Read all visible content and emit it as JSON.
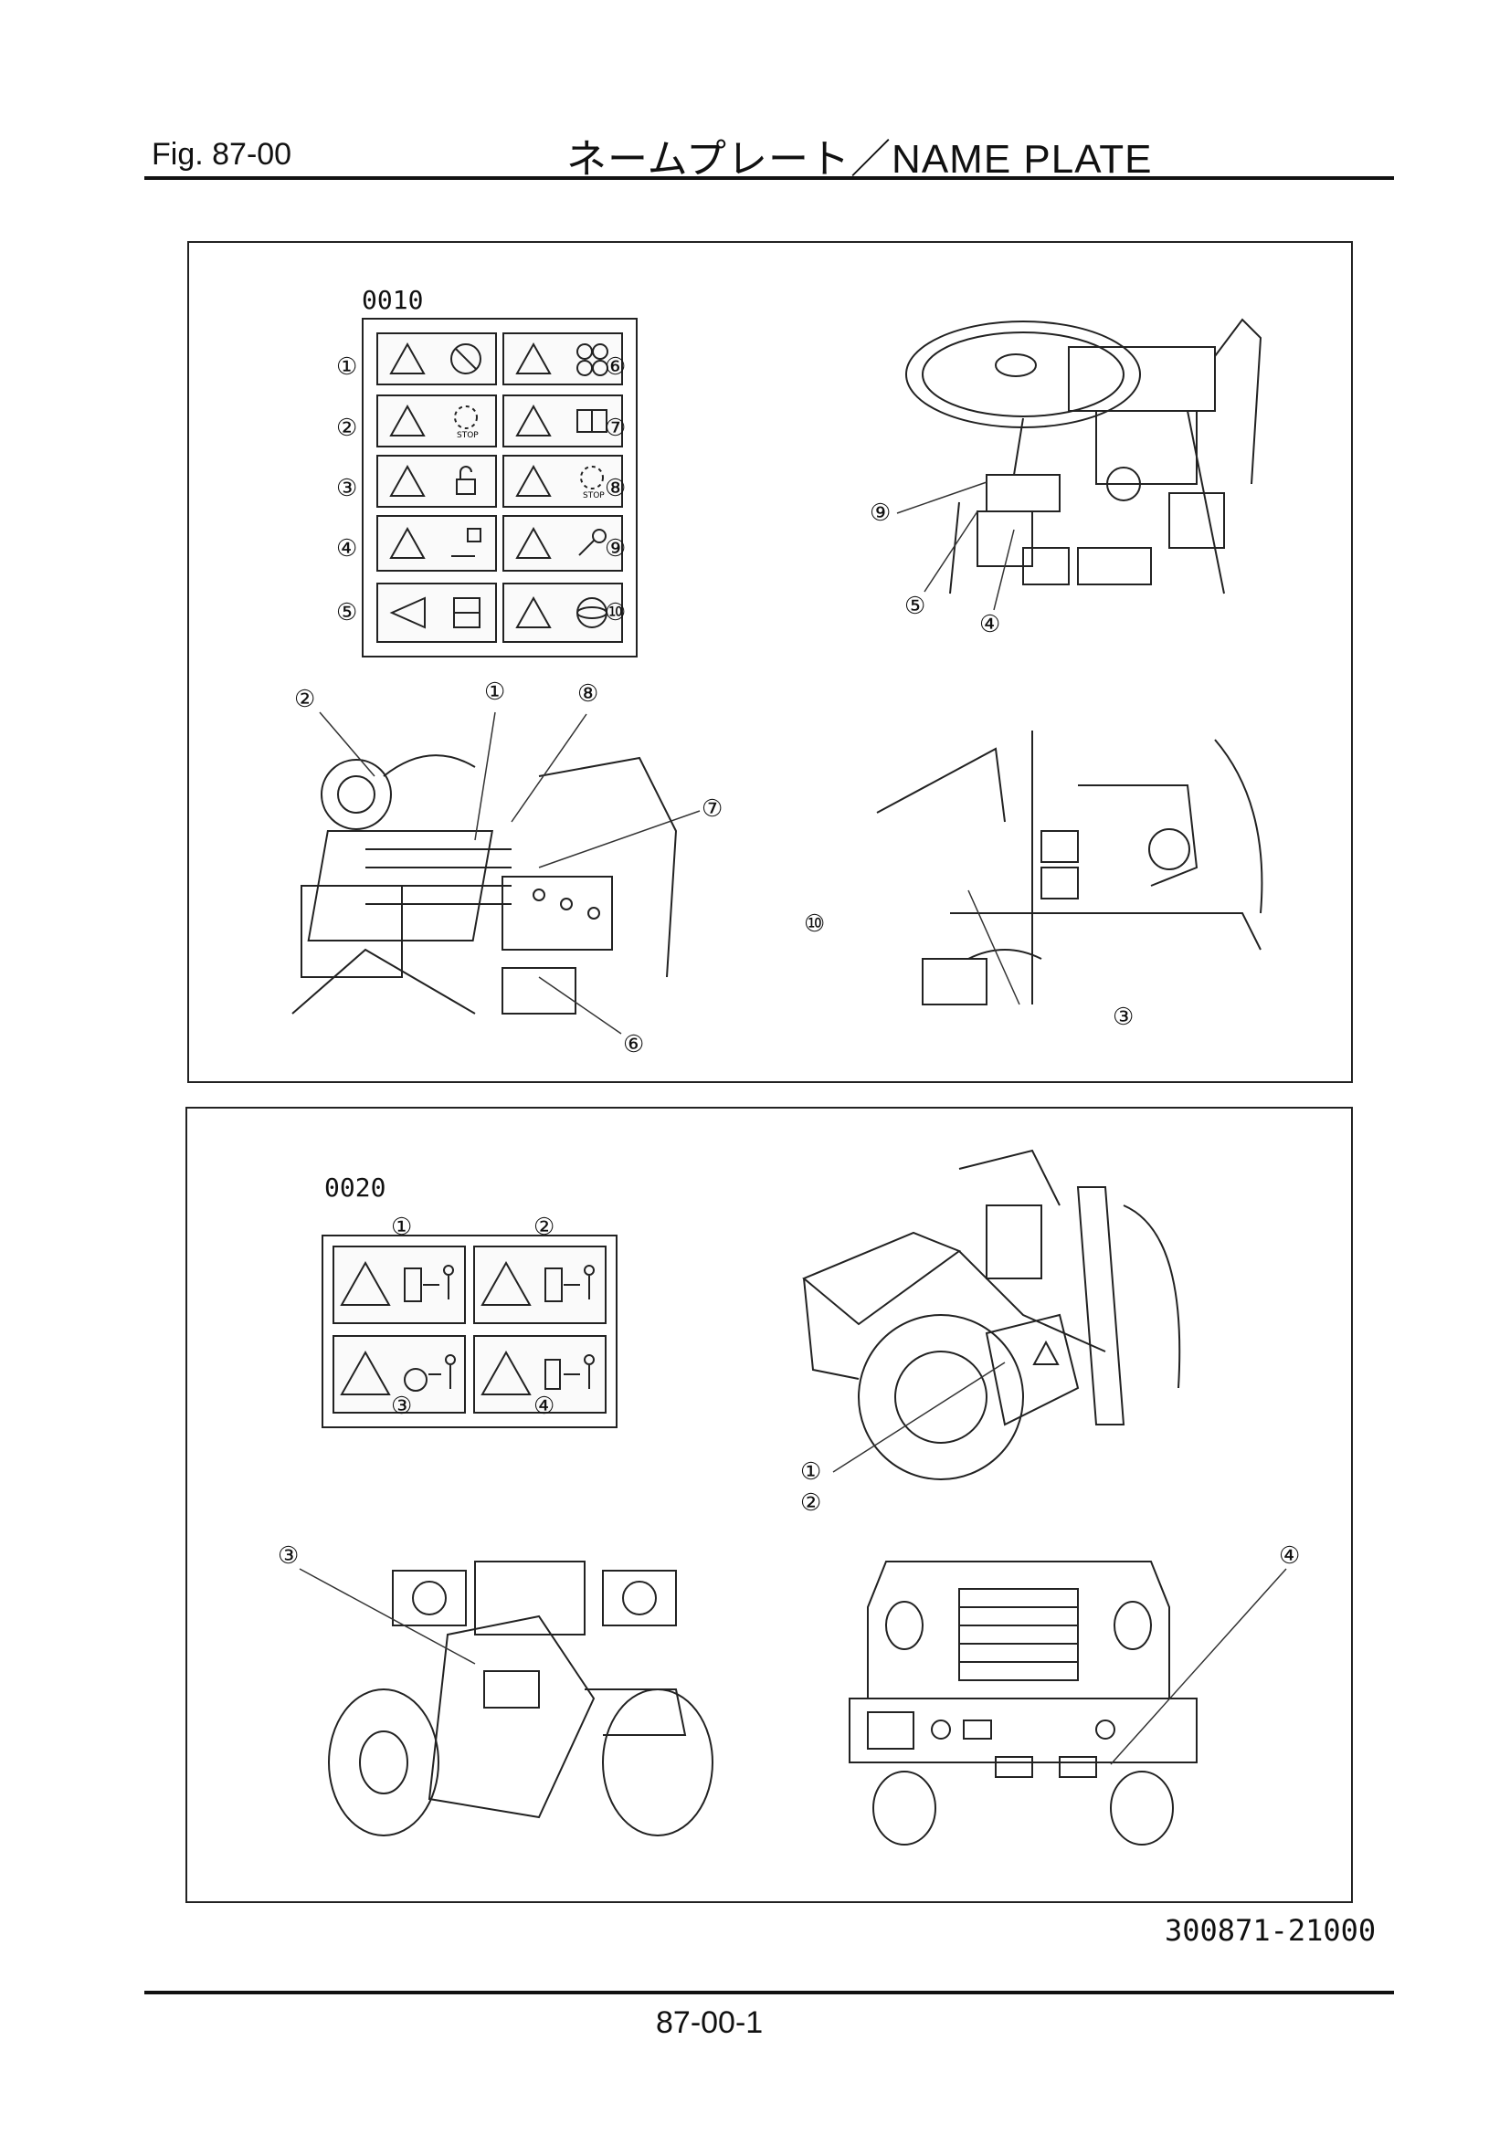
{
  "header": {
    "fig_label": "Fig.  87-00",
    "title": "ネームプレート／NAME  PLATE"
  },
  "group_top": {
    "code": "0010",
    "left_numbers": [
      "①",
      "②",
      "③",
      "④",
      "⑤"
    ],
    "right_numbers": [
      "⑥",
      "⑦",
      "⑧",
      "⑨",
      "⑩"
    ]
  },
  "group_bottom": {
    "code": "0020",
    "top_numbers": [
      "①",
      "②"
    ],
    "bottom_numbers": [
      "③",
      "④"
    ]
  },
  "callouts": {
    "cab_9": "⑨",
    "cab_5": "⑤",
    "cab_4": "④",
    "engine_2": "②",
    "engine_1": "①",
    "engine_8": "⑧",
    "engine_7": "⑦",
    "engine_6": "⑥",
    "side_10": "⑩",
    "side_3": "③",
    "loader_1": "①",
    "loader_2": "②",
    "front_3": "③",
    "rear_4": "④"
  },
  "footer": {
    "drawing_number": "300871-21000",
    "page_number": "87-00-1"
  }
}
